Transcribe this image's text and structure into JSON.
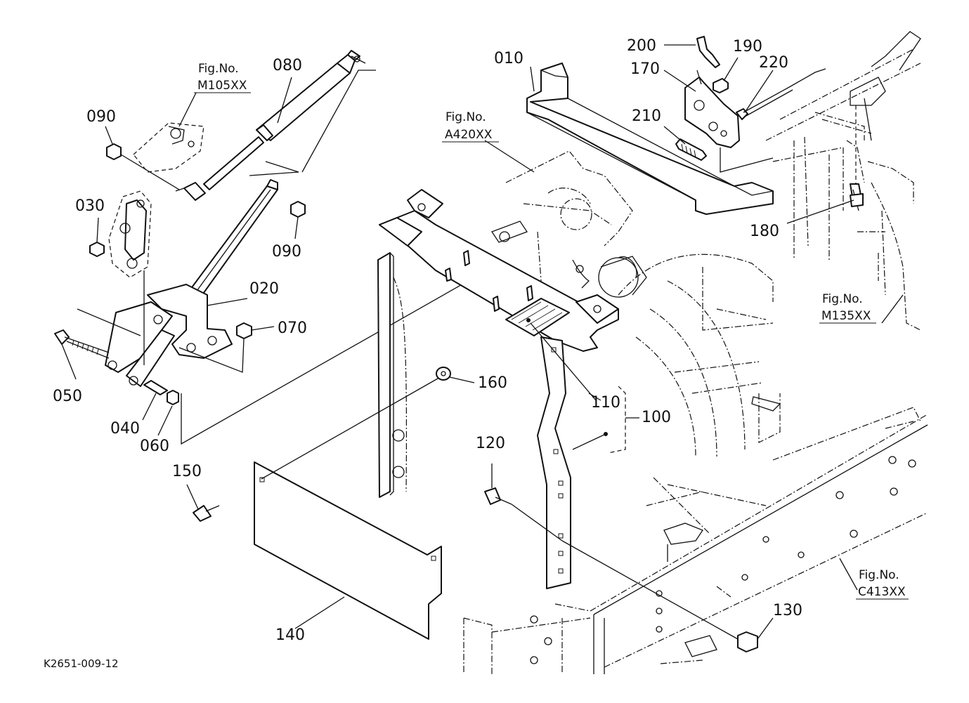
{
  "diagram": {
    "code": "K2651-009-12",
    "fig_refs": {
      "m105": {
        "prefix": "Fig.No.",
        "number": "M105XX"
      },
      "a420": {
        "prefix": "Fig.No.",
        "number": "A420XX"
      },
      "m135": {
        "prefix": "Fig.No.",
        "number": "M135XX"
      },
      "c413": {
        "prefix": "Fig.No.",
        "number": "C413XX"
      }
    },
    "labels": {
      "p010": "010",
      "p020": "020",
      "p030": "030",
      "p040": "040",
      "p050": "050",
      "p060": "060",
      "p070": "070",
      "p080": "080",
      "p090a": "090",
      "p090b": "090",
      "p100": "100",
      "p110": "110",
      "p120": "120",
      "p130": "130",
      "p140": "140",
      "p150": "150",
      "p160": "160",
      "p170": "170",
      "p180": "180",
      "p190": "190",
      "p200": "200",
      "p210": "210",
      "p220": "220"
    }
  }
}
